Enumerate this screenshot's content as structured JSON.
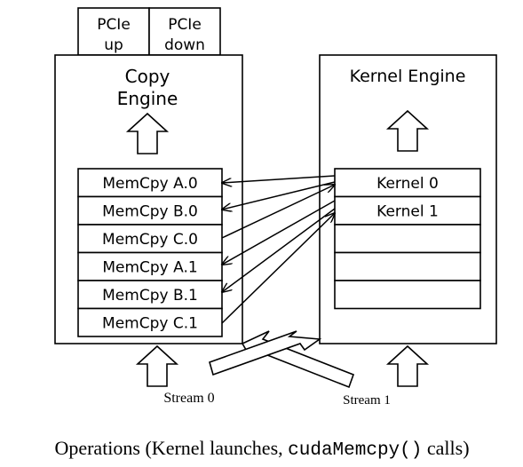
{
  "pcie": {
    "up": [
      "PCIe",
      "up"
    ],
    "down": [
      "PCIe",
      "down"
    ]
  },
  "copy_engine": {
    "title": [
      "Copy",
      "Engine"
    ],
    "queue": [
      "MemCpy A.0",
      "MemCpy B.0",
      "MemCpy C.0",
      "MemCpy A.1",
      "MemCpy B.1",
      "MemCpy C.1"
    ]
  },
  "kernel_engine": {
    "title": "Kernel Engine",
    "queue": [
      "Kernel 0",
      "Kernel 1",
      "",
      "",
      ""
    ]
  },
  "streams": {
    "stream0": "Stream 0",
    "stream1": "Stream 1"
  },
  "caption": {
    "prefix": "Operations (Kernel launches, ",
    "code": "cudaMemcpy()",
    "suffix": " calls)"
  },
  "colors": {
    "stroke": "#000000",
    "background": "#ffffff"
  }
}
